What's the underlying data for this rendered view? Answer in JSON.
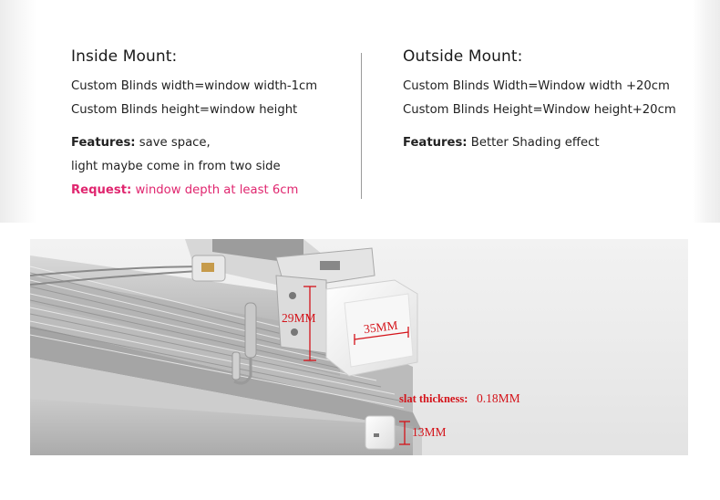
{
  "inside_mount": {
    "title": "Inside Mount:",
    "width_rule": "Custom Blinds width=window width-1cm",
    "height_rule": "Custom Blinds height=window height",
    "features_label": "Features:",
    "features_text": " save space,",
    "features_line2": "light maybe come in from two side",
    "request_label": "Request:",
    "request_text": " window depth at least 6cm"
  },
  "outside_mount": {
    "title": "Outside Mount:",
    "width_rule": "Custom Blinds Width=Window  width +20cm",
    "height_rule": "Custom Blinds Height=Window height+20cm",
    "features_label": "Features:",
    "features_text": " Better Shading effect"
  },
  "dimensions": {
    "height_label": "29MM",
    "width_label": "35MM",
    "slat_label": "slat thickness:",
    "slat_value": "0.18MM",
    "bottom_label": "13MM"
  },
  "colors": {
    "request": "#e0266f",
    "dimension": "#d4131a"
  }
}
